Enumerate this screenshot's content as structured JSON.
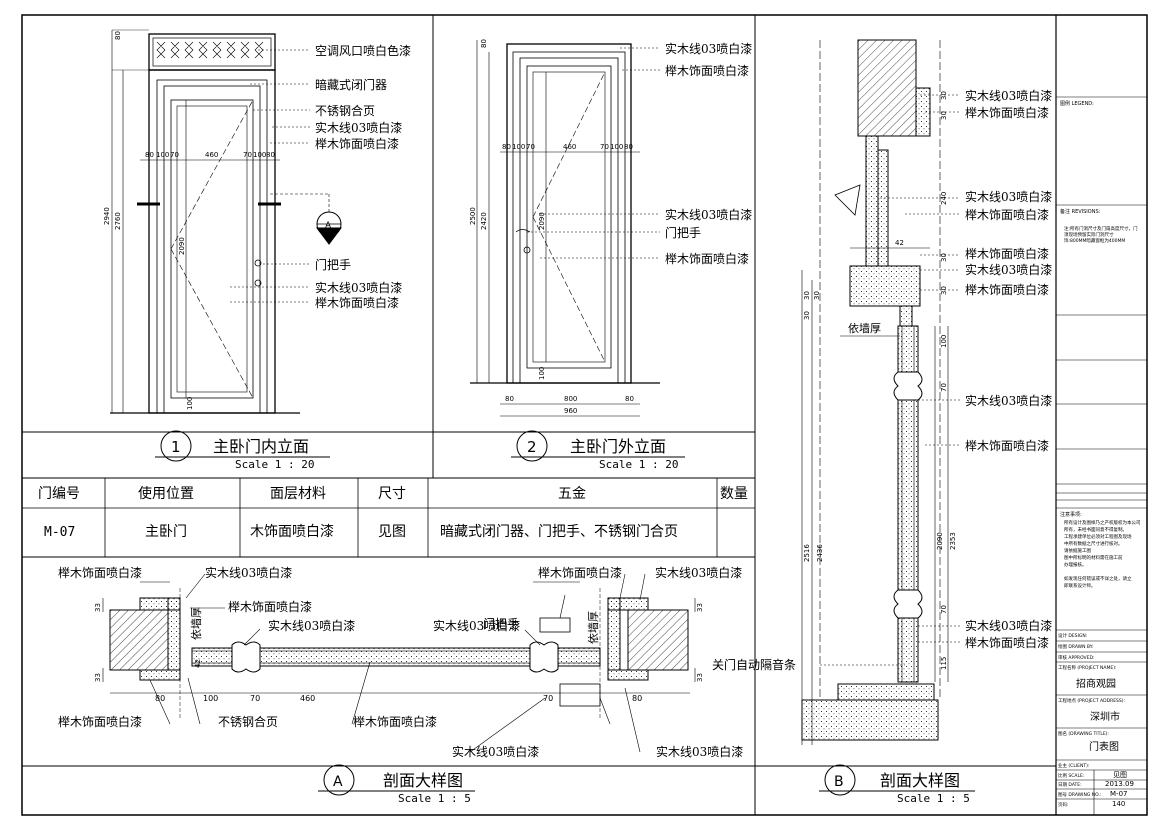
{
  "elevation1": {
    "number": "1",
    "title": "主卧门内立面",
    "scale": "Scale 1 : 20",
    "callouts": [
      "空调风口喷白色漆",
      "暗藏式闭门器",
      "不锈钢合页",
      "实木线03喷白漆",
      "榉木饰面喷白漆",
      "门把手",
      "实木线03喷白漆",
      "榉木饰面喷白漆"
    ],
    "dims": {
      "top": "80",
      "total": "2940",
      "door": "2760",
      "leaf": "2090",
      "a": "80",
      "b": "100",
      "c": "70",
      "width": "460",
      "d": "70",
      "e": "100",
      "f": "80",
      "bottom": "100"
    },
    "section_mark": "A"
  },
  "elevation2": {
    "number": "2",
    "title": "主卧门外立面",
    "scale": "Scale 1 : 20",
    "callouts": [
      "实木线03喷白漆",
      "榉木饰面喷白漆",
      "实木线03喷白漆",
      "门把手",
      "榉木饰面喷白漆"
    ],
    "dims": {
      "top": "80",
      "total": "2500",
      "door": "2420",
      "leaf": "2090",
      "a": "80",
      "b": "100",
      "c": "70",
      "width": "460",
      "d": "70",
      "e": "100",
      "f": "80",
      "inner": "800",
      "outer": "960",
      "bottom": "100"
    }
  },
  "schedule": {
    "headers": [
      "门编号",
      "使用位置",
      "面层材料",
      "尺寸",
      "五金",
      "数量"
    ],
    "row": [
      "M-07",
      "主卧门",
      "木饰面喷白漆",
      "见图",
      "暗藏式闭门器、门把手、不锈钢门合页",
      ""
    ]
  },
  "sectionA": {
    "mark": "A",
    "title": "剖面大样图",
    "scale": "Scale 1 : 5",
    "callouts": [
      "榉木饰面喷白漆",
      "实木线03喷白漆",
      "榉木饰面喷白漆",
      "实木线03喷白漆",
      "门把手",
      "榉木饰面喷白漆",
      "实木线03喷白漆",
      "实木线03喷白漆",
      "依墙厚",
      "依墙厚",
      "榉木饰面喷白漆",
      "不锈钢合页",
      "榉木饰面喷白漆",
      "实木线03喷白漆",
      "实木线03喷白漆"
    ],
    "dims": [
      "33",
      "42",
      "33",
      "80",
      "100",
      "70",
      "460",
      "70",
      "80",
      "33",
      "33"
    ]
  },
  "sectionB": {
    "mark": "B",
    "title": "剖面大样图",
    "scale": "Scale 1 : 5",
    "callouts": [
      "实木线03喷白漆",
      "榉木饰面喷白漆",
      "实木线03喷白漆",
      "榉木饰面喷白漆",
      "榉木饰面喷白漆",
      "实木线03喷白漆",
      "榉木饰面喷白漆",
      "实木线03喷白漆",
      "榉木饰面喷白漆",
      "实木线03喷白漆",
      "榉木饰面喷白漆",
      "关门自动隔音条",
      "依墙厚"
    ],
    "dims": [
      "30",
      "30",
      "240",
      "42",
      "30",
      "30",
      "30",
      "30",
      "30",
      "100",
      "70",
      "2090",
      "2353",
      "70",
      "115",
      "2516",
      "2436"
    ]
  },
  "titleblock": {
    "legend_label": "图例 LEGEND:",
    "revisions_label": "备注 REVISIONS:",
    "revision_notes": [
      "注:所有门洞尺寸及门扇高度尺寸，门",
      "须现场预留实际门洞尺寸",
      "饰:800MM暗藏窗框为400MM"
    ],
    "notes_title": "注意事项:",
    "notes": [
      "所有设计及图样乃之产权版权为本公司",
      "所有，未经书面同意不得复制。",
      "工程承建单位必须对工程图及现场",
      "中所有数据之尺寸进行核对。",
      "请依据施工图",
      "图中所标明的材料需在施工前",
      "办理报核。",
      "",
      "如发现任何错误或不详之处，请立",
      "即联系设计师。"
    ],
    "design_label": "设计 DESIGN:",
    "drawn_label": "绘图 DRAWN BY:",
    "approved_label": "审核 APPROVED:",
    "project_label": "工程名称 (PROJECT NAME):",
    "project": "招商观园",
    "address_label": "工程地点 (PROJECT ADDRESS):",
    "address": "深圳市",
    "drawing_title_label": "图名 (DRAWING TITLE):",
    "drawing_title": "门表图",
    "client_label": "业主 (CLIENT):",
    "scale_label": "比例 SCALE:",
    "scale": "见图",
    "date_label": "日期 DATE:",
    "date": "2013.09",
    "drawing_no_label": "图号 DRAWING NO.:",
    "drawing_no": "M-07",
    "page_label": "页码:",
    "page": "140"
  }
}
